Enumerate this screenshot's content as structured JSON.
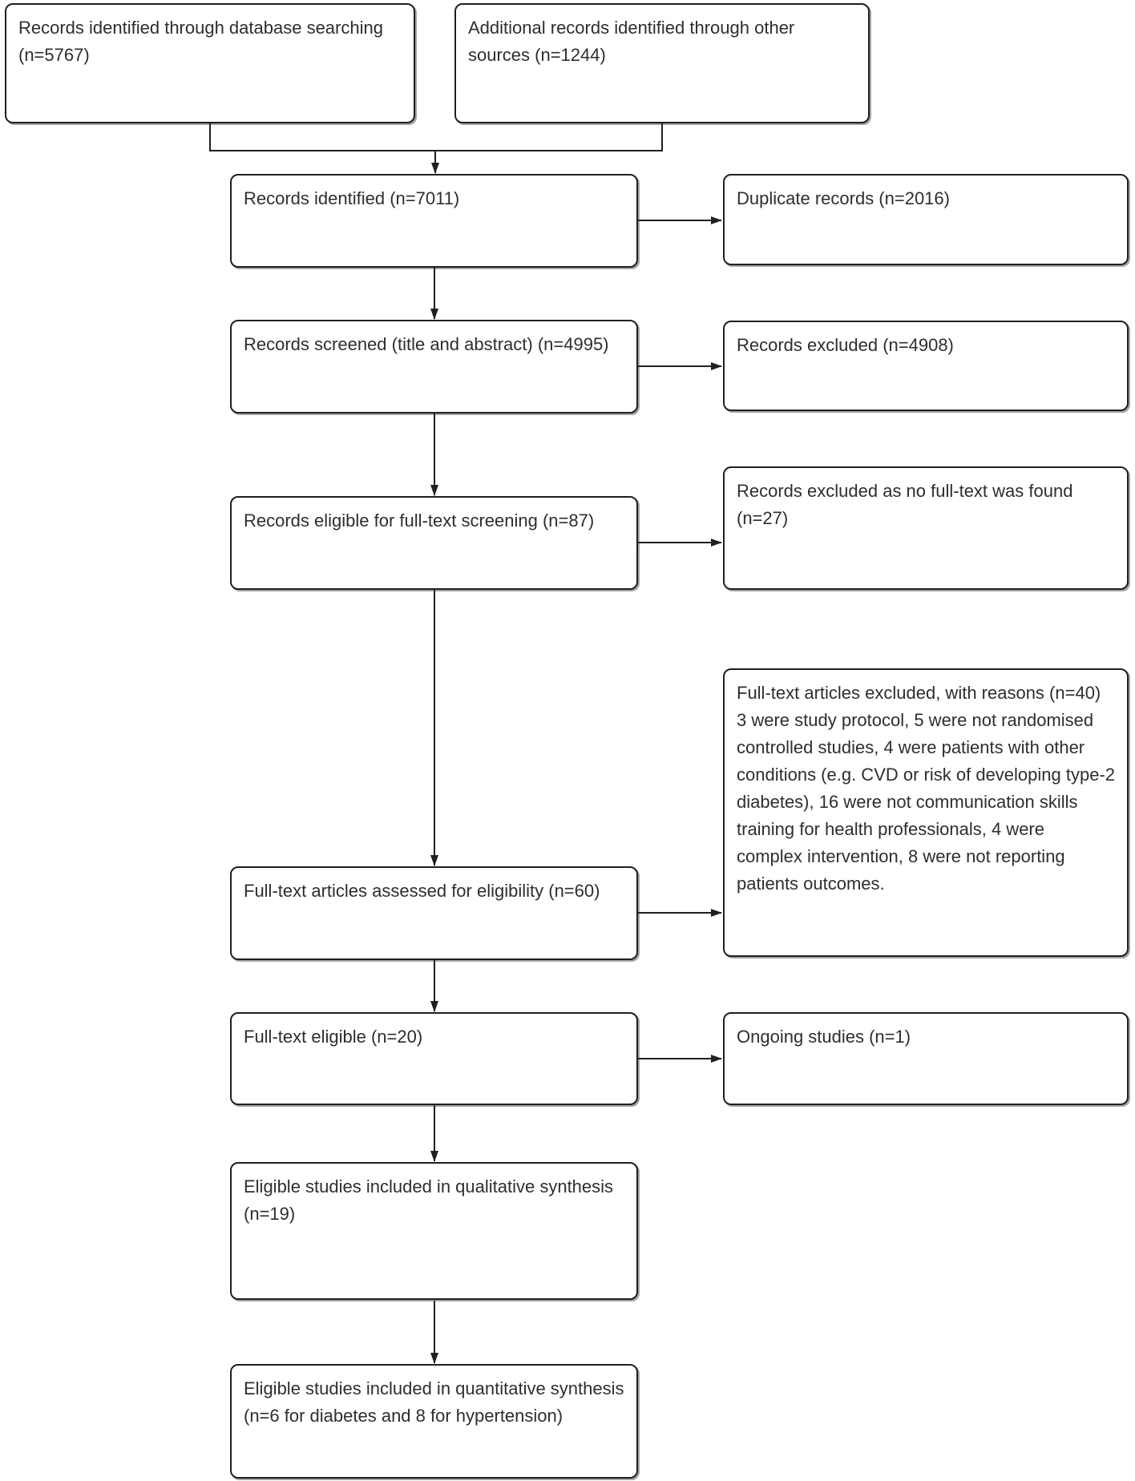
{
  "boxes": {
    "database_search": "Records identified through database searching (n=5767)",
    "other_sources": "Additional records identified through other sources (n=1244)",
    "records_identified": "Records identified (n=7011)",
    "duplicate_records": "Duplicate records (n=2016)",
    "records_screened": "Records screened (title and abstract) (n=4995)",
    "records_excluded": "Records excluded (n=4908)",
    "eligible_fulltext_screening": "Records eligible for full-text screening (n=87)",
    "excluded_no_fulltext": "Records excluded as no full-text was found (n=27)",
    "fulltext_assessed": "Full-text articles assessed for eligibility (n=60)",
    "fulltext_excluded_reasons": "Full-text articles excluded, with reasons (n=40)\n3 were study protocol, 5 were not randomised controlled studies, 4 were patients with other conditions (e.g. CVD or risk of developing type-2 diabetes), 16 were not communication skills training for health professionals, 4 were complex intervention, 8 were not reporting patients outcomes.",
    "fulltext_eligible": "Full-text eligible (n=20)",
    "ongoing_studies": "Ongoing studies (n=1)",
    "qualitative_synthesis": "Eligible studies included in qualitative synthesis (n=19)",
    "quantitative_synthesis": "Eligible studies included in quantitative synthesis (n=6 for diabetes and 8 for hypertension)"
  },
  "colors": {
    "line": "#1f1f1f",
    "text": "#2e2e2e",
    "background": "#ffffff"
  }
}
